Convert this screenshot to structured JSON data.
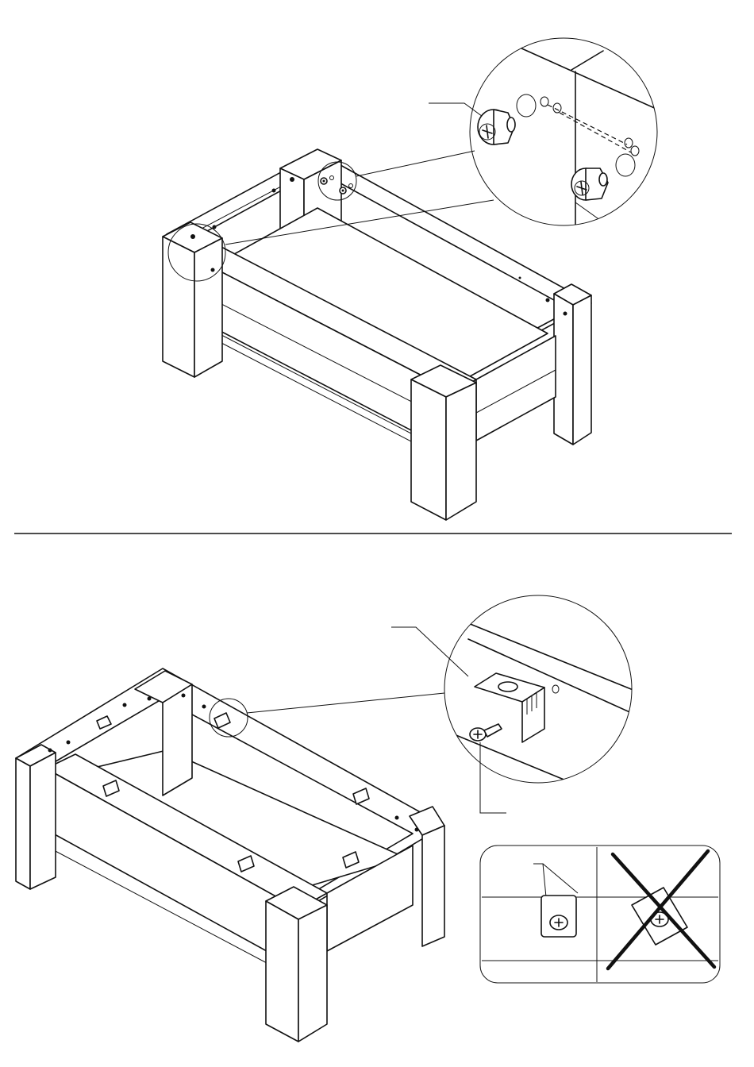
{
  "page": {
    "background": "#ffffff",
    "line_color": "#111111"
  },
  "steps": [
    {
      "id": "cam-lock-step",
      "callout": "cam-lock-detail"
    },
    {
      "id": "bracket-step",
      "callouts": [
        "bracket-detail",
        "correct-vs-incorrect-panel"
      ]
    }
  ],
  "icons": {
    "cam_lock": "cam-lock-icon",
    "dowel": "dowel-icon",
    "bracket": "angle-bracket-icon",
    "screw": "screw-icon",
    "incorrect_mark": "x-mark-icon"
  }
}
